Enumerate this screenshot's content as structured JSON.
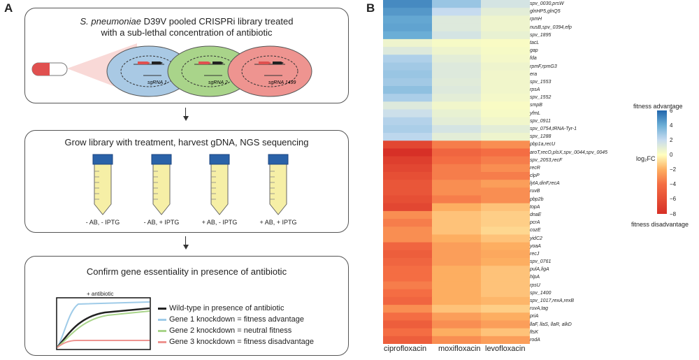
{
  "panels": {
    "a": "A",
    "b": "B"
  },
  "step1": {
    "title_species": "S. pneumoniae",
    "title_rest": " D39V pooled CRISPRi library treated",
    "title_line2": "with a sub-lethal concentration of antibiotic",
    "cells": [
      "sgRNA 1",
      "sgRNA 2",
      "sgRNA 1499"
    ],
    "cell_colors": [
      "#a9c9e4",
      "#a9d48a",
      "#ee9490"
    ]
  },
  "step2": {
    "title": "Grow library with treatment, harvest gDNA, NGS sequencing",
    "tubes": [
      "- AB, - IPTG",
      "- AB, + IPTG",
      "+ AB, - IPTG",
      "+ AB, + IPTG"
    ]
  },
  "step3": {
    "title": "Confirm gene essentiality in presence of antibiotic",
    "annotation": "+ antibiotic",
    "legend": [
      {
        "label": "Wild-type in presence of antibiotic",
        "color": "#222222"
      },
      {
        "label": "Gene 1 knockdown = fitness advantage",
        "color": "#9fcbe8"
      },
      {
        "label": "Gene 2 knockdown = neutral fitness",
        "color": "#a9d48a"
      },
      {
        "label": "Gene 3 knockdown = fitness disadvantage",
        "color": "#ee9490"
      }
    ]
  },
  "heatmap": {
    "genes": [
      "spv_0030,prsW",
      "glnHP5,glnQ5",
      "rpmH",
      "nusB,spv_0394,efp",
      "spv_1895",
      "tacL",
      "gap",
      "fda",
      "rpmF,rpmG3",
      "era",
      "spv_1553",
      "rpsA",
      "spv_1552",
      "smpB",
      "yfmL",
      "spv_0911",
      "spv_0754,tRNA-Tyr-1",
      "spv_1288",
      "pbp1a,recU",
      "aroT,recO,plsX,spv_0044,spv_0045",
      "spv_2053,recF",
      "recR",
      "clpP",
      "lytA,dinF,recA",
      "ruvB",
      "pbp2b",
      "topA",
      "dnaE",
      "pcrA",
      "cozE",
      "yidC2",
      "yoaA",
      "recJ",
      "spv_0761",
      "pulA,ligA",
      "hlpA",
      "rpsU",
      "spv_1400",
      "spv_1017,rexA,rexB",
      "ruvA,tag",
      "priA",
      "llaF, llaS, llaR, alkD",
      "ftsK",
      "rodA"
    ],
    "columns": [
      "ciprofloxacin",
      "moxifloxacin",
      "levofloxacin"
    ],
    "values": [
      [
        5.0,
        3.0,
        1.5
      ],
      [
        4.6,
        2.0,
        1.0
      ],
      [
        4.2,
        1.2,
        0.6
      ],
      [
        4.3,
        1.2,
        0.6
      ],
      [
        4.0,
        1.5,
        0.8
      ],
      [
        0.6,
        0.3,
        0.2
      ],
      [
        1.2,
        0.6,
        0.3
      ],
      [
        2.5,
        1.0,
        0.4
      ],
      [
        2.8,
        1.2,
        0.6
      ],
      [
        3.0,
        1.2,
        0.5
      ],
      [
        2.8,
        1.1,
        0.5
      ],
      [
        3.2,
        1.2,
        0.5
      ],
      [
        2.6,
        1.0,
        0.4
      ],
      [
        1.2,
        0.5,
        0.2
      ],
      [
        1.8,
        0.8,
        0.3
      ],
      [
        2.4,
        1.0,
        0.5
      ],
      [
        2.6,
        1.5,
        1.0
      ],
      [
        2.2,
        1.0,
        0.6
      ],
      [
        -6.5,
        -3.5,
        -3.0
      ],
      [
        -8.0,
        -4.5,
        -4.0
      ],
      [
        -7.0,
        -4.0,
        -3.5
      ],
      [
        -6.5,
        -3.5,
        -3.0
      ],
      [
        -6.0,
        -3.5,
        -3.5
      ],
      [
        -5.5,
        -3.0,
        -2.5
      ],
      [
        -5.5,
        -3.0,
        -3.0
      ],
      [
        -6.0,
        -3.5,
        -3.0
      ],
      [
        -6.5,
        -2.0,
        -1.5
      ],
      [
        -3.0,
        -1.5,
        -1.2
      ],
      [
        -3.5,
        -1.5,
        -1.2
      ],
      [
        -3.0,
        -1.5,
        -1.0
      ],
      [
        -3.0,
        -2.0,
        -1.5
      ],
      [
        -4.5,
        -2.5,
        -2.0
      ],
      [
        -5.0,
        -2.5,
        -2.2
      ],
      [
        -4.5,
        -2.5,
        -2.0
      ],
      [
        -4.0,
        -2.0,
        -1.5
      ],
      [
        -4.0,
        -2.0,
        -1.5
      ],
      [
        -3.5,
        -2.0,
        -1.5
      ],
      [
        -4.0,
        -2.0,
        -1.5
      ],
      [
        -4.5,
        -2.0,
        -1.8
      ],
      [
        -3.0,
        -1.5,
        -1.2
      ],
      [
        -4.0,
        -2.5,
        -2.0
      ],
      [
        -5.0,
        -3.0,
        -2.5
      ],
      [
        -4.0,
        -2.0,
        -1.5
      ],
      [
        -5.0,
        -3.0,
        -2.5
      ]
    ]
  },
  "colorbar": {
    "top_label": "fitness advantage",
    "bottom_label": "fitness disadvantage",
    "axis_label": "log₂FC",
    "ticks": [
      "6",
      "4",
      "2",
      "0",
      "−2",
      "−4",
      "−6",
      "−8"
    ]
  }
}
